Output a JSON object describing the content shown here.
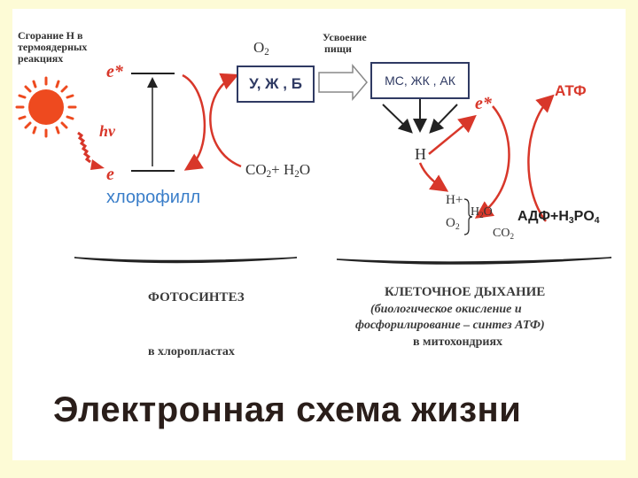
{
  "left": {
    "sun_caption": [
      "Сгорание Н в",
      "термоядерных",
      "реакциях"
    ],
    "e_star": "e*",
    "e": "e",
    "hv": "hν",
    "o2": "O",
    "o2_sub": "2",
    "food_box": "У, Ж , Б",
    "co2_h2o_a": "CO",
    "co2_h2o_sub1": "2",
    "co2_h2o_b": "+ H",
    "co2_h2o_sub2": "2",
    "co2_h2o_c": "O",
    "chlorophyll": "хлорофилл"
  },
  "middle": {
    "absorption": [
      "Усвоение",
      "пищи"
    ]
  },
  "right": {
    "mitochondria_box": "МС, ЖК , АК",
    "e_star": "e*",
    "atp": "АТФ",
    "h": "H",
    "h_plus": "H+",
    "o2": "O",
    "o2_sub": "2",
    "h2o": "H",
    "h2o_sub": "2",
    "h2o_o": "O",
    "co2": "CO",
    "co2_sub": "2",
    "adp_a": "АДФ+H",
    "adp_sub1": "3",
    "adp_b": "PO",
    "adp_sub2": "4"
  },
  "bottom": {
    "photosynthesis": "ФОТОСИНТЕЗ",
    "in_chloroplasts": "в хлоропластах",
    "respiration": "КЛЕТОЧНОЕ ДЫХАНИЕ",
    "respiration_detail_1": "(биологическое окисление и",
    "respiration_detail_2": "фосфорилирование – синтез АТФ)",
    "in_mitochondria": "в митохондриях"
  },
  "title": "Электронная схема жизни",
  "colors": {
    "red": "#d8372a",
    "blue": "#3a7ec9",
    "dark": "#2f3a63",
    "background": "#fdfbd6"
  }
}
